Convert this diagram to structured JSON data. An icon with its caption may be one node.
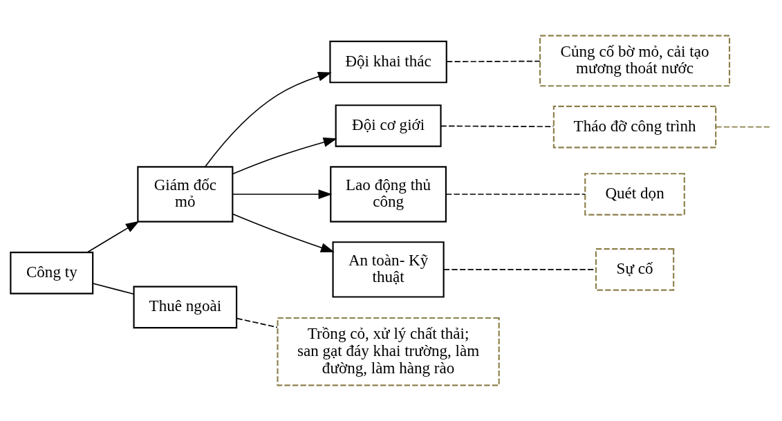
{
  "diagram": {
    "nodes": [
      {
        "text": [
          "Công ty"
        ]
      },
      {
        "text": [
          "Giám đốc mỏ"
        ]
      },
      {
        "text": [
          "Đội khai thác"
        ]
      },
      {
        "text": [
          "Đội cơ giới"
        ]
      },
      {
        "text": [
          "Lao động thủ công"
        ]
      },
      {
        "text": [
          "An toàn- Kỹ thuật"
        ]
      },
      {
        "text": [
          "Thuê ngoài"
        ]
      },
      {
        "text": [
          "Củng cố bờ mỏ, cải tạo mương thoát nước"
        ]
      },
      {
        "text": [
          "Tháo đỡ công trình"
        ]
      },
      {
        "text": [
          "Quét dọn"
        ]
      },
      {
        "text": [
          "Sự cố"
        ]
      },
      {
        "text": [
          "Trồng cỏ, xử lý chất thải; san gạt đáy khai trường, làm đường, làm hàng rào"
        ]
      }
    ],
    "edges": [
      {
        "from": 0,
        "to": 1,
        "arrow": "to"
      },
      {
        "from": 1,
        "to": 2,
        "arrow": "to"
      },
      {
        "from": 1,
        "to": 3,
        "arrow": "to"
      },
      {
        "from": 1,
        "to": 4,
        "arrow": "to"
      },
      {
        "from": 1,
        "to": 5,
        "arrow": "to"
      },
      {
        "from": 0,
        "to": 6,
        "arrow": "none"
      },
      {
        "from": 2,
        "to": 7,
        "arrow": "none",
        "style": "dashed"
      },
      {
        "from": 3,
        "to": 8,
        "arrow": "none",
        "style": "dashed"
      },
      {
        "from": 4,
        "to": 9,
        "arrow": "none",
        "style": "dashed"
      },
      {
        "from": 5,
        "to": 10,
        "arrow": "none",
        "style": "dashed"
      },
      {
        "from": 6,
        "to": 11,
        "arrow": "none",
        "style": "dashed"
      },
      {
        "from": 8,
        "to": null,
        "arrow": "none",
        "style": "dashed",
        "color": "#8c7f4a"
      }
    ]
  }
}
